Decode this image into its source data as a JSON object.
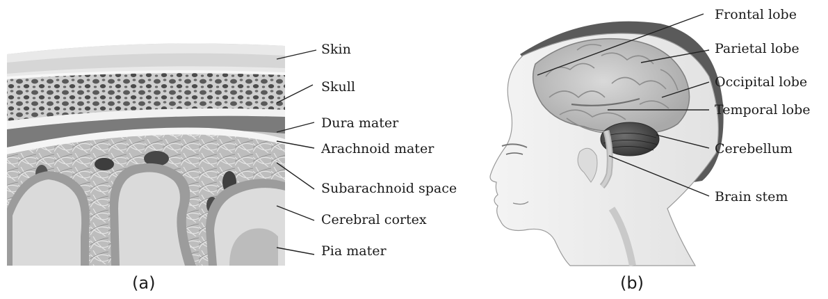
{
  "panel_a": {
    "caption": "(a)",
    "labels": {
      "skin": "Skin",
      "skull": "Skull",
      "dura_mater": "Dura mater",
      "arachnoid_mater": "Arachnoid mater",
      "subarachnoid_space": "Subarachnoid space",
      "cerebral_cortex": "Cerebral cortex",
      "pia_mater": "Pia mater"
    }
  },
  "panel_b": {
    "caption": "(b)",
    "labels": {
      "frontal_lobe": "Frontal lobe",
      "parietal_lobe": "Parietal lobe",
      "occipital_lobe": "Occipital lobe",
      "temporal_lobe": "Temporal lobe",
      "cerebellum": "Cerebellum",
      "brain_stem": "Brain stem"
    }
  }
}
